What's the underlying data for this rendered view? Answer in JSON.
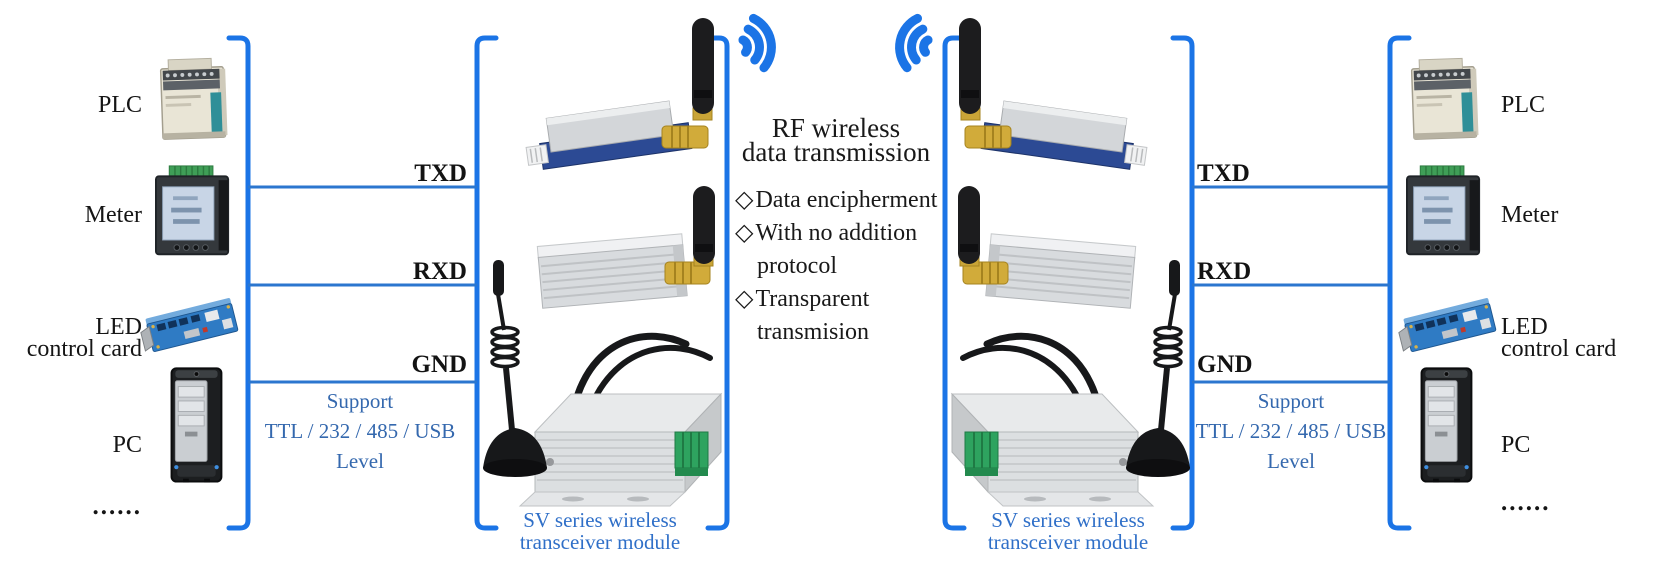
{
  "colors": {
    "bracket_blue": "#1b74e6",
    "wire_blue": "#2b76cf",
    "support_blue": "#3468ae",
    "caption_blue": "#2f6fc8",
    "text_black": "#1a1a1a"
  },
  "icons": {
    "wifi_left": "wifi-waves-facing-right",
    "wifi_right": "wifi-waves-facing-left",
    "device_pictures": [
      "plc",
      "meter",
      "led-control-card",
      "pc-tower"
    ],
    "module_pictures": [
      "rf-pcb-module",
      "rf-finned-module",
      "rf-box-module-with-magnetic-antenna"
    ]
  },
  "device_labels": {
    "plc": "PLC",
    "meter": "Meter",
    "led_line1": "LED",
    "led_line2": "control card",
    "pc": "PC",
    "ellipsis": "......"
  },
  "wire_labels": {
    "txd": "TXD",
    "rxd": "RXD",
    "gnd": "GND"
  },
  "support_text": {
    "line1": "Support",
    "line2": "TTL / 232 / 485 / USB",
    "line3": "Level"
  },
  "module_caption": {
    "line1": "SV series wireless",
    "line2": "transceiver module"
  },
  "center_panel": {
    "title_line1": "RF wireless",
    "title_line2": "data transmission",
    "bullets": [
      {
        "marker": "◇",
        "lines": [
          "Data encipherment"
        ]
      },
      {
        "marker": "◇",
        "lines": [
          "With no addition",
          "protocol"
        ]
      },
      {
        "marker": "◇",
        "lines": [
          "Transparent",
          "transmision"
        ]
      }
    ]
  }
}
